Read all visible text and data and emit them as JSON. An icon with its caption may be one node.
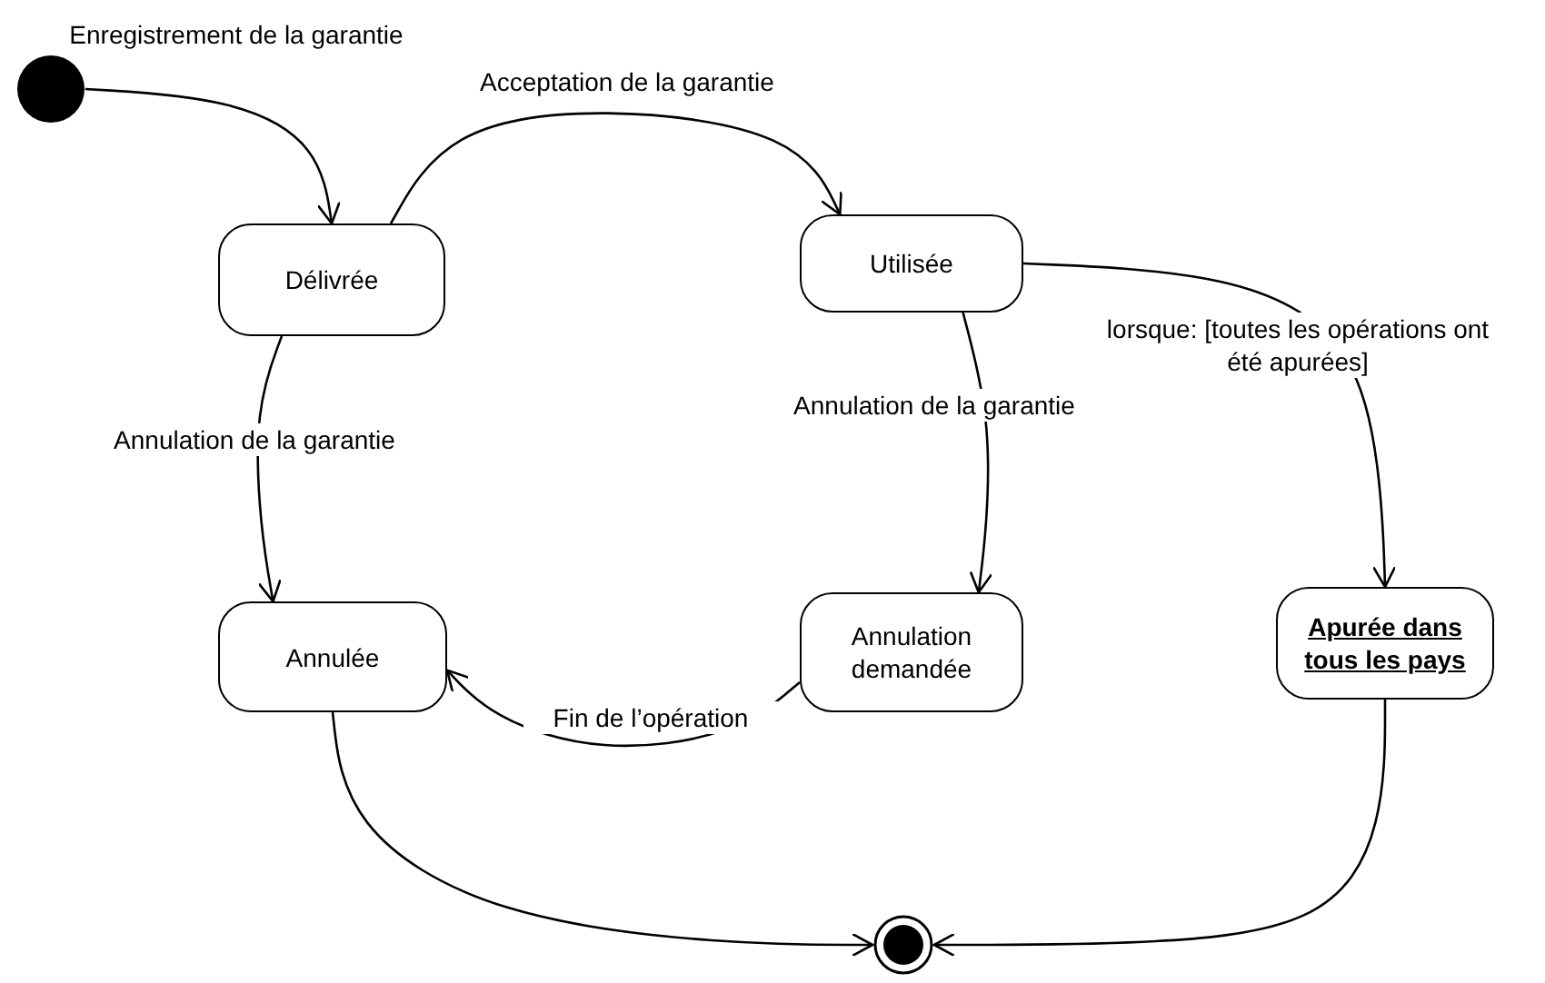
{
  "diagram": {
    "nodes": [
      {
        "text": [],
        "shape": "circle"
      },
      {
        "text": [
          "Délivrée"
        ]
      },
      {
        "text": [
          "Utilisée"
        ]
      },
      {
        "text": [
          "Annulée"
        ]
      },
      {
        "text": [
          "Annulation demandée"
        ]
      },
      {
        "text": [
          "Apurée dans tous les pays"
        ]
      },
      {
        "text": [],
        "shape": "bullseye"
      }
    ],
    "edges": [
      {
        "from": 0,
        "to": 1,
        "arrow": "to",
        "label": "Enregistrement de la garantie"
      },
      {
        "from": 1,
        "to": 2,
        "arrow": "to",
        "label": "Acceptation de la garantie"
      },
      {
        "from": 1,
        "to": 3,
        "arrow": "to",
        "label": "Annulation de la garantie"
      },
      {
        "from": 2,
        "to": 4,
        "arrow": "to",
        "label": "Annulation de la garantie"
      },
      {
        "from": 2,
        "to": 5,
        "arrow": "to",
        "label": "lorsque: [toutes les opérations ont été apurées]"
      },
      {
        "from": 4,
        "to": 3,
        "arrow": "to",
        "label": "Fin de l’opération"
      },
      {
        "from": 3,
        "to": 6,
        "arrow": "to"
      },
      {
        "from": 5,
        "to": 6,
        "arrow": "to"
      }
    ]
  }
}
